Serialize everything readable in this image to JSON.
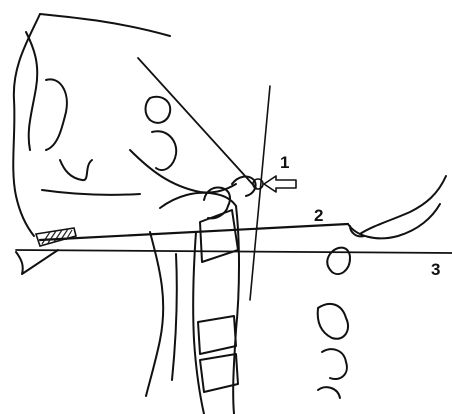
{
  "labels": {
    "one": "1",
    "two": "2",
    "three": "3"
  },
  "colors": {
    "ink": "#111111",
    "hatch": "#222222",
    "background": "#ffffff"
  },
  "icons": {
    "pointer": "hollow-arrow-left-icon"
  }
}
